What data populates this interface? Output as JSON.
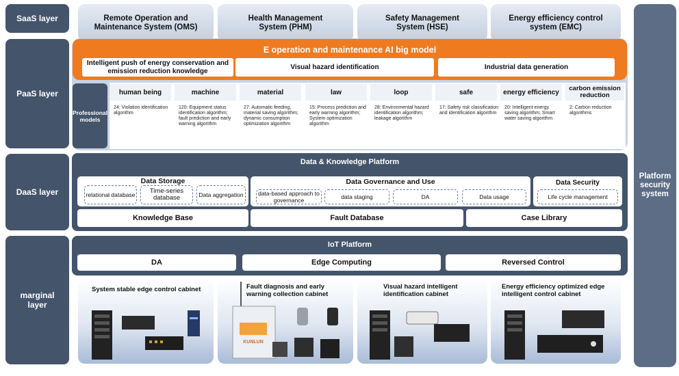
{
  "layers": {
    "saas": "SaaS layer",
    "paas": "PaaS layer",
    "daas": "DaaS layer",
    "marginal": "marginal layer"
  },
  "saas_systems": [
    "Remote Operation and Maintenance System (OMS)",
    "Health Management System (PHM)",
    "Safety Management System (HSE)",
    "Energy efficiency control system (EMC)"
  ],
  "paas": {
    "ai_model_title": "E operation and maintenance AI big model",
    "ai_functions": [
      "Intelligent push of energy conservation and emission reduction knowledge",
      "Visual hazard identification",
      "Industrial data generation"
    ],
    "professional_models_label": "Professional models",
    "models": [
      {
        "name": "human being",
        "desc": "24: Violation identification algorithm"
      },
      {
        "name": "machine",
        "desc": "120: Equipment status identification algorithm; fault prediction and early warning algorithm"
      },
      {
        "name": "material",
        "desc": "27: Automatic feeding, material saving algorithm; dynamic consumption optimization algorithm"
      },
      {
        "name": "law",
        "desc": "15: Process prediction and early warning algorithm; System optimization algorithm"
      },
      {
        "name": "loop",
        "desc": "28: Environmental hazard identification algorithm; leakage algorithm"
      },
      {
        "name": "safe",
        "desc": "17: Safety risk classification and identification algorithm"
      },
      {
        "name": "energy efficiency",
        "desc": "20: Intelligent energy saving algorithm; Smart water saving algorithm"
      },
      {
        "name": "carbon emission reduction",
        "desc": "2: Carbon reduction algorithms"
      }
    ]
  },
  "daas": {
    "platform_title": "Data & Knowledge Platform",
    "storage": {
      "title": "Data Storage",
      "items": [
        "relational database",
        "Time-series database",
        "Data aggregation"
      ]
    },
    "governance": {
      "title": "Data Governance and Use",
      "items": [
        "data-based approach to governance",
        "data staging",
        "DA",
        "Data usage"
      ]
    },
    "security": {
      "title": "Data Security",
      "items": [
        "Life cycle management"
      ]
    },
    "bases": [
      "Knowledge Base",
      "Fault Database",
      "Case Library"
    ]
  },
  "marginal": {
    "iot_title": "IoT Platform",
    "iot_items": [
      "DA",
      "Edge Computing",
      "Reversed Control"
    ],
    "cabinets": [
      "System stable edge control cabinet",
      "Fault diagnosis and early warning collection cabinet",
      "Visual hazard intelligent identification cabinet",
      "Energy efficiency optimized edge intelligent control cabinet"
    ],
    "device_brand": "KUNLUN"
  },
  "platform_security": "Platform security system",
  "colors": {
    "layer_label": "#44546a",
    "orange": "#f07a20",
    "panel": "#44546a",
    "right_bar": "#5d6d85",
    "paas_bg": "#c8d3e5"
  }
}
